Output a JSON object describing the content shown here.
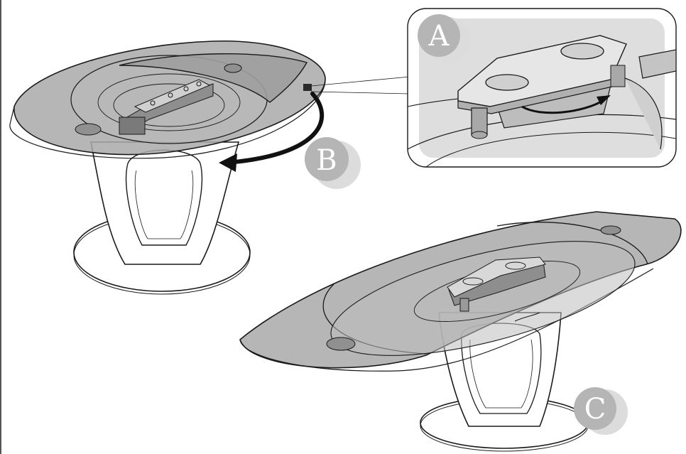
{
  "steps": {
    "a": {
      "label": "A"
    },
    "b": {
      "label": "B"
    },
    "c": {
      "label": "C"
    }
  },
  "colors": {
    "glass": "#a9a9a9",
    "glass_light": "#c6c6c6",
    "inset_bg": "#dedede",
    "stroke": "#1a1a1a",
    "badge_front": "#b5b5b5",
    "badge_shadow": "#dcdcdc",
    "arrow": "#111111"
  }
}
